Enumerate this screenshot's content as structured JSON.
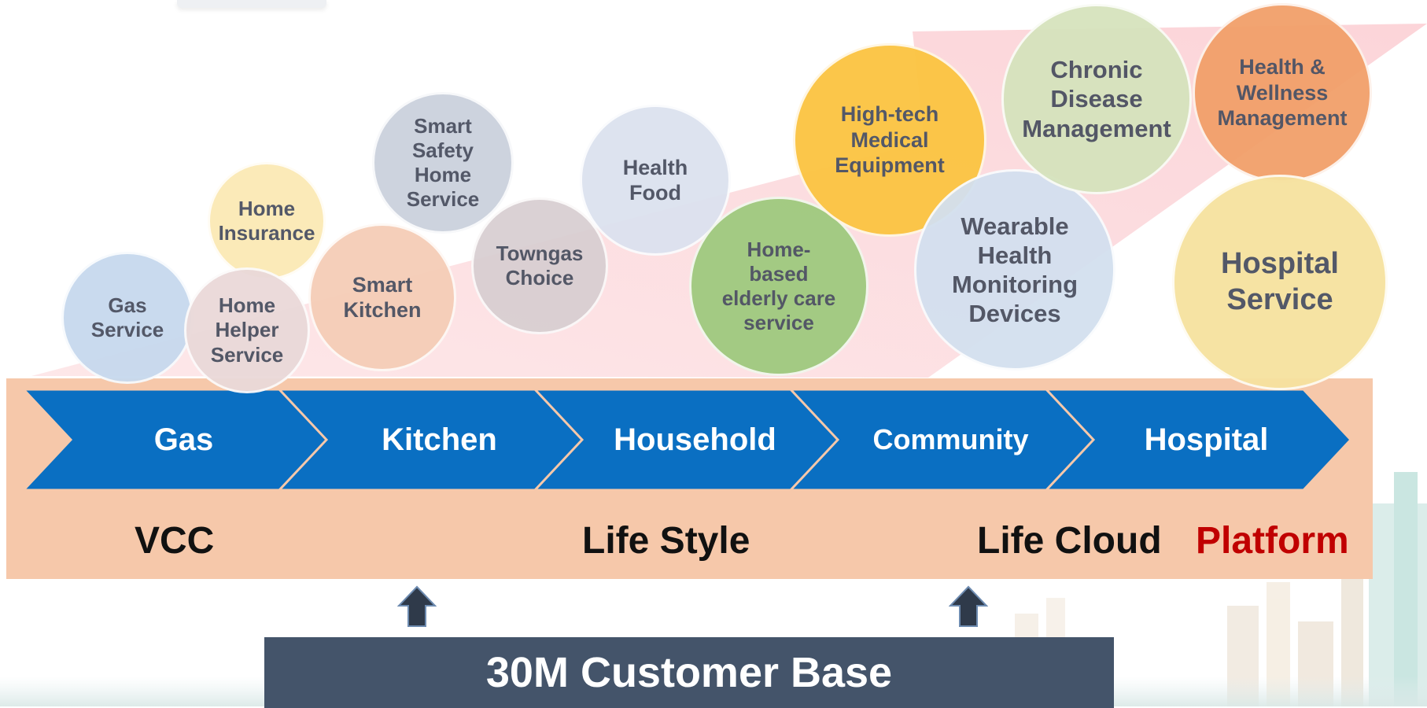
{
  "colors": {
    "band": "#f6c8aa",
    "chevron": "#0a6fc2",
    "base_box": "#44546a",
    "platform_text": "#c00000",
    "trend_arrow": "#fbd5d8"
  },
  "bubbles": [
    {
      "id": "gas-service",
      "text": "Gas\nService",
      "color": "#c7d9ee"
    },
    {
      "id": "home-insurance",
      "text": "Home\nInsurance",
      "color": "#fbe9b5"
    },
    {
      "id": "home-helper-service",
      "text": "Home\nHelper\nService",
      "color": "#ead9d9"
    },
    {
      "id": "smart-kitchen",
      "text": "Smart\nKitchen",
      "color": "#f5cdb7"
    },
    {
      "id": "smart-safety-home-service",
      "text": "Smart\nSafety\nHome\nService",
      "color": "#cbd1dd"
    },
    {
      "id": "towngas-choice",
      "text": "Towngas\nChoice",
      "color": "#d9cfd2"
    },
    {
      "id": "health-food",
      "text": "Health\nFood",
      "color": "#dce2ef"
    },
    {
      "id": "home-based-elderly-care-service",
      "text": "Home-\nbased\nelderly care\nservice",
      "color": "#9fc97e"
    },
    {
      "id": "high-tech-medical-equipment",
      "text": "High-tech\nMedical\nEquipment",
      "color": "#fbc441"
    },
    {
      "id": "wearable-health-monitoring-devices",
      "text": "Wearable\nHealth\nMonitoring\nDevices",
      "color": "#d3e0ef"
    },
    {
      "id": "chronic-disease-management",
      "text": "Chronic\nDisease\nManagement",
      "color": "#d6e3bd"
    },
    {
      "id": "health-wellness-management",
      "text": "Health &\nWellness\nManagement",
      "color": "#f2a06a"
    },
    {
      "id": "hospital-service",
      "text": "Hospital\nService",
      "color": "#f6e29f"
    }
  ],
  "chevrons": [
    "Gas",
    "Kitchen",
    "Household",
    "Community",
    "Hospital"
  ],
  "band_labels": {
    "vcc": "VCC",
    "life_style": "Life Style",
    "life_cloud": "Life Cloud",
    "platform": "Platform"
  },
  "customer_base": "30M Customer Base"
}
